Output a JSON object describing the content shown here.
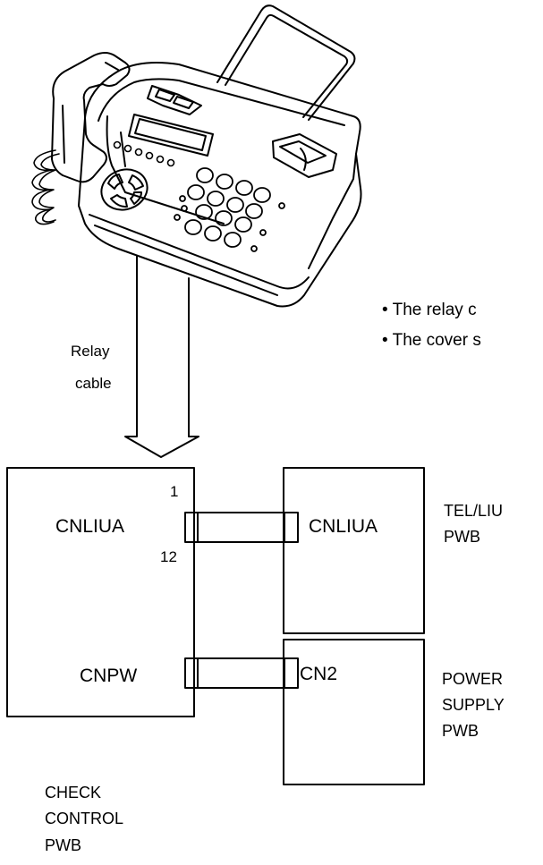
{
  "notes": [
    "• The relay c",
    "• The cover s"
  ],
  "relay_cable": [
    "Relay",
    "cable"
  ],
  "check_board": {
    "connector_top": "CNLIUA",
    "pin_first": "1",
    "pin_last": "12",
    "connector_bottom": "CNPW",
    "label": [
      "CHECK",
      "CONTROL",
      "PWB"
    ]
  },
  "tel_board": {
    "connector": "CNLIUA",
    "label": [
      "TEL/LIU",
      "PWB"
    ]
  },
  "power_board": {
    "connector": "CN2",
    "label": [
      "POWER",
      "SUPPLY",
      "PWB"
    ]
  }
}
